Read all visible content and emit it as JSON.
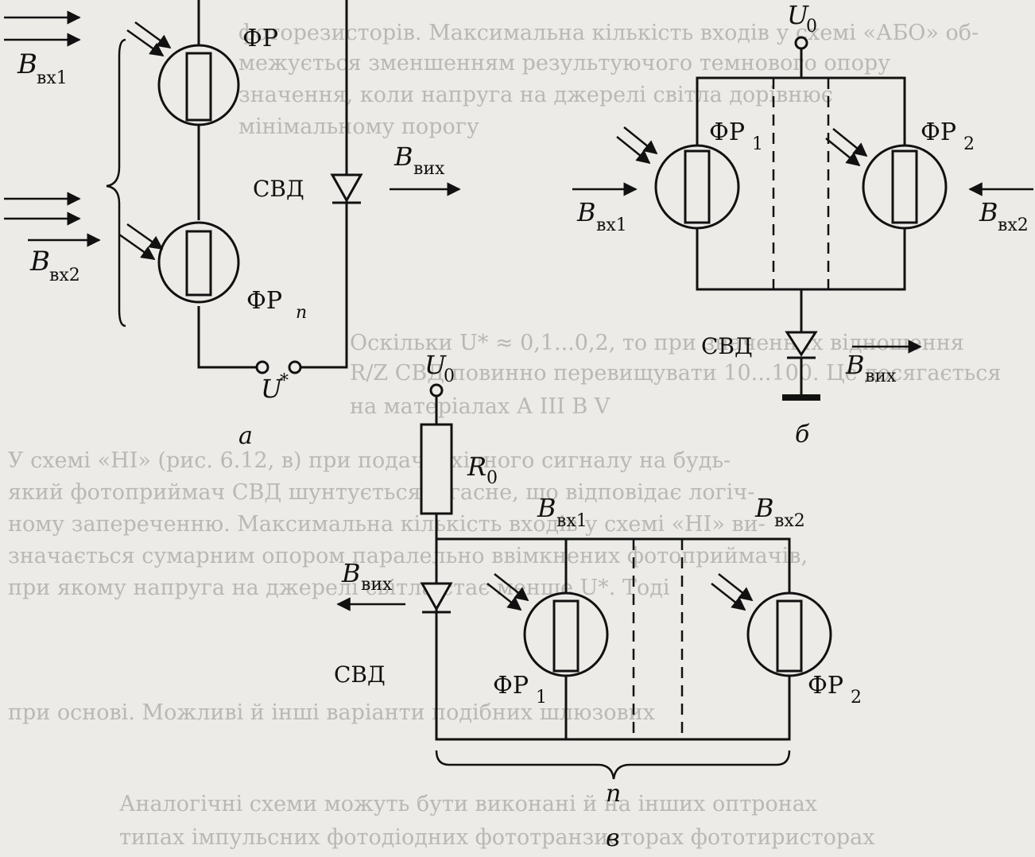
{
  "colors": {
    "paper": "#ecebe7",
    "ink": "#111111",
    "ghost": "#b9b8b4"
  },
  "background_text": {
    "lines": [
      "фоторезисторів. Максимальна кількість входів у схемі «АБО» об-",
      "межується зменшенням результуючого темнового опору",
      "значення, коли напруга на джерелі світла дорівнює",
      "мінімальному порогу",
      "Оскільки U* ≈ 0,1...0,2, то при значеннях відношення",
      "R/Z СВД повинно перевищувати 10...100. Це досягається",
      "на матеріалах А III B V",
      "У схемі «НІ» (рис. 6.12, в) при подачі вхідного сигналу на будь-",
      "який фотоприймач СВД шунтується й гасне, що відповідає логіч-",
      "ному запереченню. Максимальна кількість входів у схемі «НІ» ви-",
      "значається сумарним опором паралельно ввімкнених фотоприймачів,",
      "при якому напруга на джерелі світла стає менше U*. Тоді",
      "при основі. Можливі й інші варіанти подібних шлюзових",
      "Аналогічні схеми можуть бути виконані й на інших оптронах",
      "типах імпульсних фотодіодних фототранзисторах фототиристорах"
    ]
  },
  "diagram_a": {
    "inputs": [
      "B",
      "B"
    ],
    "input_subs": [
      "вх1",
      "вх2"
    ],
    "fr_top": "ФР",
    "fr_bottom": "ФР",
    "fr_bottom_sub": "n",
    "led": "СВД",
    "output": "B",
    "output_sub": "вих",
    "voltage": "U",
    "voltage_sup": "*",
    "caption": "а"
  },
  "diagram_b": {
    "supply": "U",
    "supply_sub": "0",
    "fr1": "ФР",
    "fr1_sub": "1",
    "fr2": "ФР",
    "fr2_sub": "2",
    "in1": "B",
    "in1_sub": "вх1",
    "in2": "B",
    "in2_sub": "вх2",
    "led": "СВД",
    "output": "B",
    "output_sub": "вих",
    "caption": "б"
  },
  "diagram_c": {
    "supply": "U",
    "supply_sub": "0",
    "resistor": "R",
    "resistor_sub": "0",
    "in1": "B",
    "in1_sub": "вх1",
    "in2": "B",
    "in2_sub": "вх2",
    "output": "B",
    "output_sub": "вих",
    "led": "СВД",
    "fr1": "ФР",
    "fr1_sub": "1",
    "fr2": "ФР",
    "fr2_sub": "2",
    "brace": "n",
    "caption": "в"
  }
}
